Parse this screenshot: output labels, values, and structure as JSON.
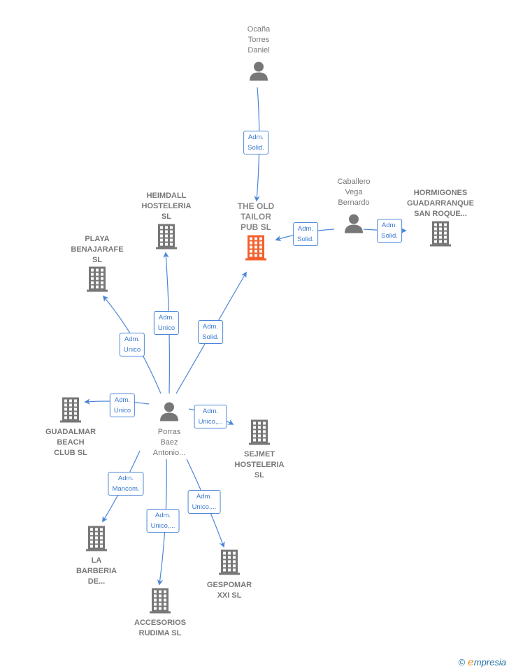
{
  "nodes": [
    {
      "id": "ocana",
      "type": "person",
      "label": [
        "Ocaña",
        "Torres",
        "Daniel"
      ]
    },
    {
      "id": "tailor",
      "type": "company",
      "focus": true,
      "label": [
        "THE OLD",
        "TAILOR",
        "PUB  SL"
      ]
    },
    {
      "id": "caballero",
      "type": "person",
      "label": [
        "Caballero",
        "Vega",
        "Bernardo"
      ]
    },
    {
      "id": "hormigones",
      "type": "company",
      "label": [
        "HORMIGONES",
        "GUADARRANQUE",
        "SAN ROQUE..."
      ]
    },
    {
      "id": "heimdall",
      "type": "company",
      "label": [
        "HEIMDALL",
        "HOSTELERIA",
        "SL"
      ]
    },
    {
      "id": "playa",
      "type": "company",
      "label": [
        "PLAYA",
        "BENAJARAFE",
        "SL"
      ]
    },
    {
      "id": "guadalmar",
      "type": "company",
      "label": [
        "GUADALMAR",
        "BEACH",
        "CLUB  SL"
      ]
    },
    {
      "id": "porras",
      "type": "person",
      "label": [
        "Porras",
        "Baez",
        "Antonio..."
      ]
    },
    {
      "id": "sejmet",
      "type": "company",
      "label": [
        "SEJMET",
        "HOSTELERIA",
        "SL"
      ]
    },
    {
      "id": "barberia",
      "type": "company",
      "label": [
        "LA",
        "BARBERIA",
        "DE..."
      ]
    },
    {
      "id": "accesorios",
      "type": "company",
      "label": [
        "ACCESORIOS",
        "RUDIMA  SL"
      ]
    },
    {
      "id": "gespomar",
      "type": "company",
      "label": [
        "GESPOMAR",
        "XXI  SL"
      ]
    }
  ],
  "edges": [
    {
      "from": "ocana",
      "to": "tailor",
      "label": [
        "Adm.",
        "Solid."
      ]
    },
    {
      "from": "caballero",
      "to": "tailor",
      "label": [
        "Adm.",
        "Solid."
      ]
    },
    {
      "from": "caballero",
      "to": "hormigones",
      "label": [
        "Adm.",
        "Solid."
      ]
    },
    {
      "from": "porras",
      "to": "tailor",
      "label": [
        "Adm.",
        "Solid."
      ]
    },
    {
      "from": "porras",
      "to": "heimdall",
      "label": [
        "Adm.",
        "Unico"
      ]
    },
    {
      "from": "porras",
      "to": "playa",
      "label": [
        "Adm.",
        "Unico"
      ]
    },
    {
      "from": "porras",
      "to": "guadalmar",
      "label": [
        "Adm.",
        "Unico"
      ]
    },
    {
      "from": "porras",
      "to": "sejmet",
      "label": [
        "Adm.",
        "Unico,..."
      ]
    },
    {
      "from": "porras",
      "to": "barberia",
      "label": [
        "Adm.",
        "Mancom."
      ]
    },
    {
      "from": "porras",
      "to": "accesorios",
      "label": [
        "Adm.",
        "Unico,..."
      ]
    },
    {
      "from": "porras",
      "to": "gespomar",
      "label": [
        "Adm.",
        "Unico,..."
      ]
    }
  ],
  "colors": {
    "focus": "#f4602c",
    "icon": "#777777",
    "edge": "#4a86d8"
  },
  "brand": {
    "copyright": "©",
    "name_initial": "e",
    "name_rest": "mpresia"
  }
}
